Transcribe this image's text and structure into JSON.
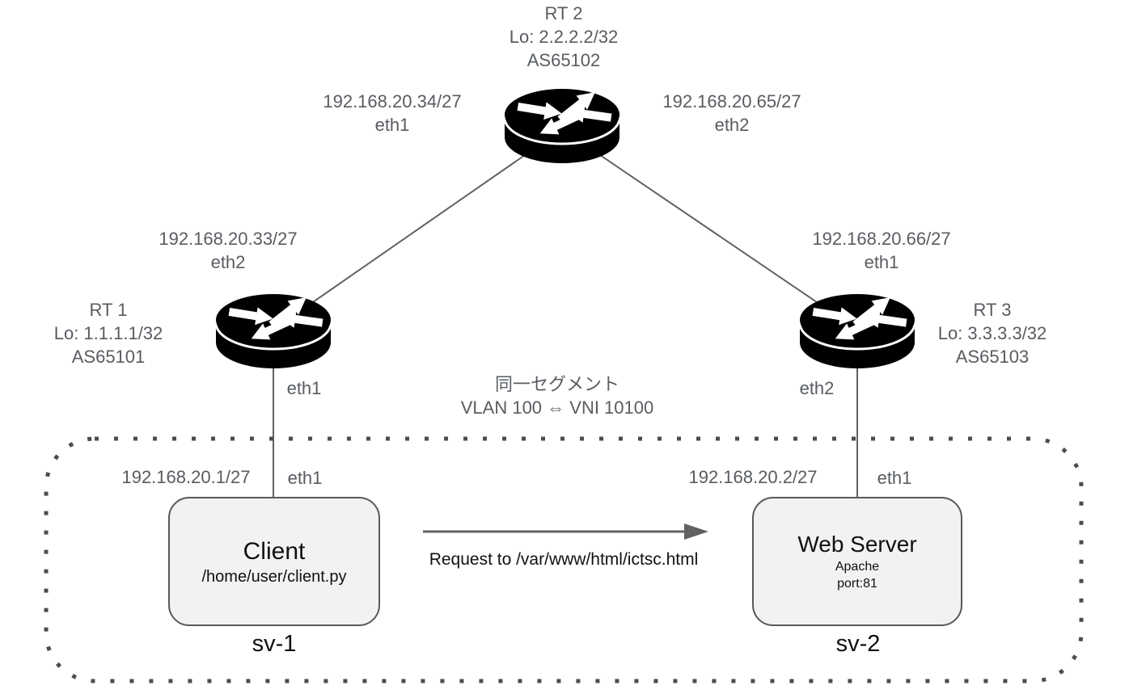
{
  "routers": {
    "rt1": {
      "name": "RT 1",
      "loopback": "Lo: 1.1.1.1/32",
      "as": "AS65101"
    },
    "rt2": {
      "name": "RT 2",
      "loopback": "Lo: 2.2.2.2/32",
      "as": "AS65102"
    },
    "rt3": {
      "name": "RT 3",
      "loopback": "Lo: 3.3.3.3/32",
      "as": "AS65103"
    }
  },
  "links": {
    "rt2_left": {
      "ip": "192.168.20.34/27",
      "iface": "eth1"
    },
    "rt2_right": {
      "ip": "192.168.20.65/27",
      "iface": "eth2"
    },
    "rt1_up": {
      "ip": "192.168.20.33/27",
      "iface": "eth2"
    },
    "rt3_up": {
      "ip": "192.168.20.66/27",
      "iface": "eth1"
    },
    "rt1_down_iface": "eth1",
    "rt3_down_iface": "eth2"
  },
  "segment": {
    "title": "同一セグメント",
    "subtitle": "VLAN 100 ⇔ VNI 10100"
  },
  "hosts": {
    "sv1": {
      "ip": "192.168.20.1/27",
      "iface": "eth1",
      "box_title": "Client",
      "box_subtitle": "/home/user/client.py",
      "name": "sv-1"
    },
    "sv2": {
      "ip": "192.168.20.2/27",
      "iface": "eth1",
      "box_title": "Web Server",
      "box_line2": "Apache",
      "box_line3": "port:81",
      "name": "sv-2"
    }
  },
  "request": {
    "label": "Request to /var/www/html/ictsc.html"
  },
  "colors": {
    "label_color": "#585c61",
    "dark_color": "#111111",
    "line_color": "#616161",
    "router_color": "#000000",
    "box_fill": "#f2f2f2",
    "box_border": "#595959",
    "dotted_color": "#4d4d4d"
  }
}
